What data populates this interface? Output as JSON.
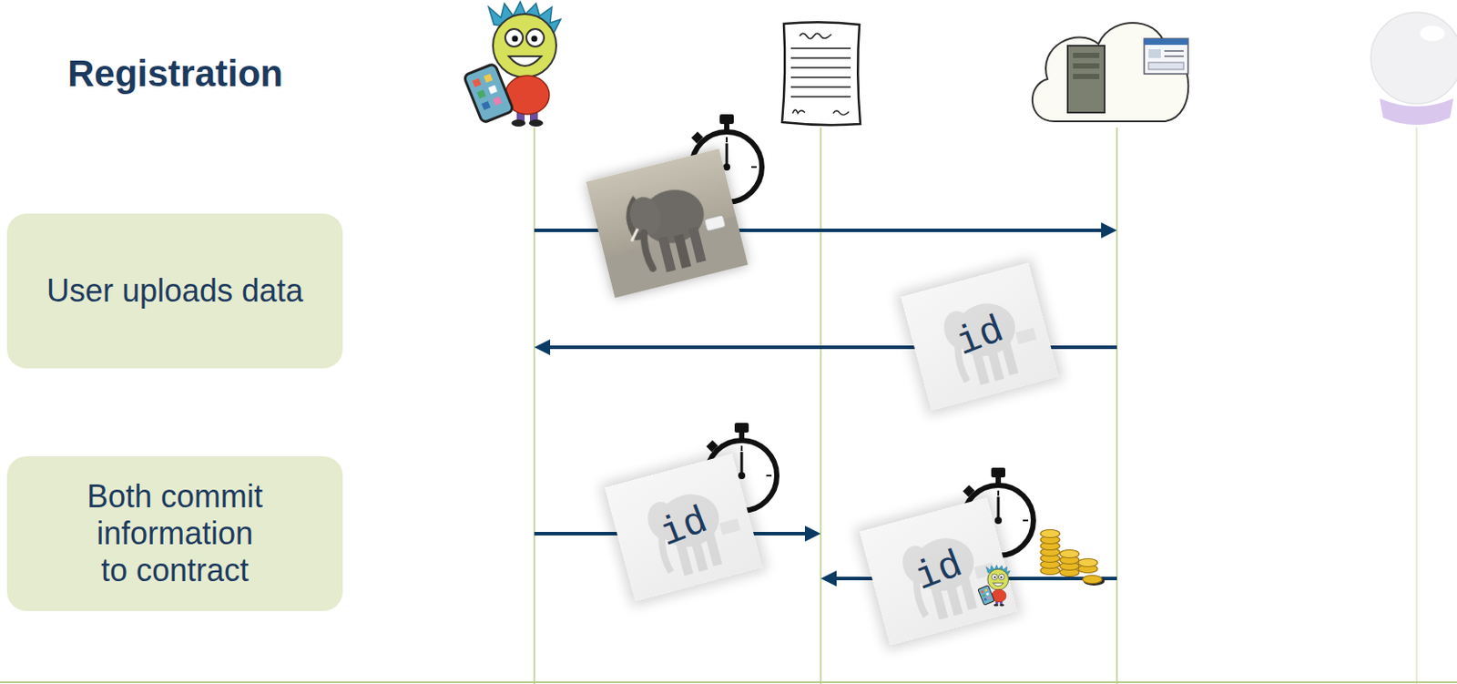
{
  "diagram": {
    "title": "Registration",
    "nodes": [
      {
        "text": [
          "User uploads data"
        ]
      },
      {
        "text": [
          "id"
        ]
      },
      {
        "text": [
          "Both commit information to contract"
        ]
      },
      {
        "text": [
          "id"
        ]
      },
      {
        "text": [
          "id"
        ]
      }
    ]
  }
}
